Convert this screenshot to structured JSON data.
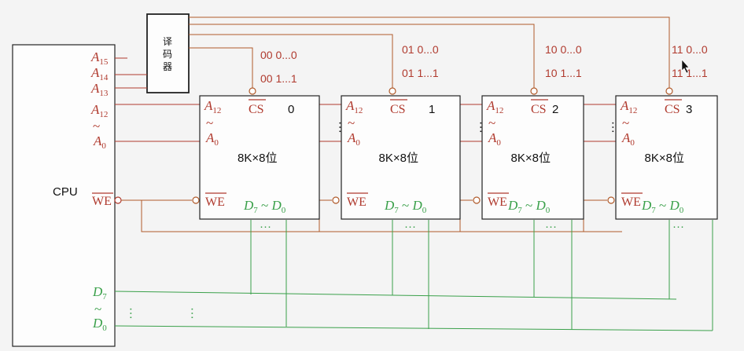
{
  "cpu": {
    "label": "CPU",
    "pins": {
      "a15": "A",
      "a15_sub": "15",
      "a14": "A",
      "a14_sub": "14",
      "a13": "A",
      "a13_sub": "13",
      "a12": "A",
      "a12_sub": "12",
      "tilde": "~",
      "a0": "A",
      "a0_sub": "0",
      "we": "WE",
      "d7": "D",
      "d7_sub": "7",
      "dtilde": "~",
      "d0": "D",
      "d0_sub": "0"
    }
  },
  "decoder": {
    "label": [
      "译",
      "码",
      "器"
    ]
  },
  "chips": [
    {
      "index": "0",
      "size": "8K×8位",
      "addr_low": "00 1...1",
      "addr_high": "00 0...0"
    },
    {
      "index": "1",
      "size": "8K×8位",
      "addr_low": "01 1...1",
      "addr_high": "01 0...0"
    },
    {
      "index": "2",
      "size": "8K×8位",
      "addr_low": "10 1...1",
      "addr_high": "10 0...0"
    },
    {
      "index": "3",
      "size": "8K×8位",
      "addr_low": "11 1...1",
      "addr_high": "11 0...0"
    }
  ],
  "chip_pins": {
    "a12": "A",
    "a12_sub": "12",
    "tilde": "~",
    "a0": "A",
    "a0_sub": "0",
    "cs": "CS",
    "we": "WE",
    "data": "D",
    "d7_sub": "7",
    "d_sep": " ~ ",
    "d0_sub": "0"
  },
  "ellipsis": "···",
  "colors": {
    "address": "#b03a2e",
    "data": "#3aa04a",
    "control": "#b05a2a"
  }
}
